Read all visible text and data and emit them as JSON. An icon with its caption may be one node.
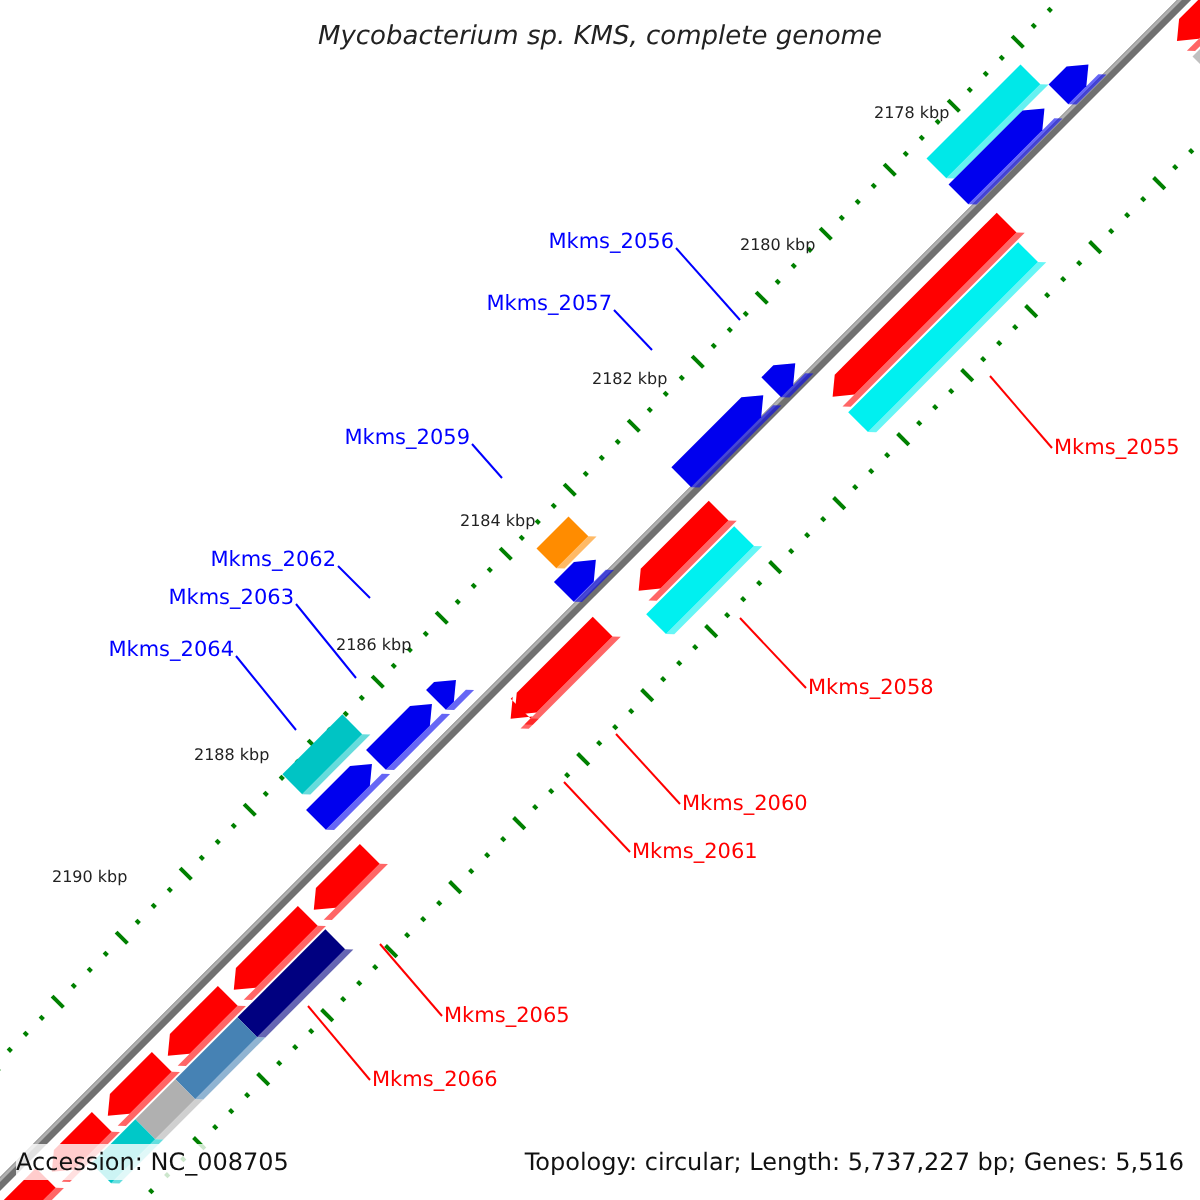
{
  "diagram": {
    "title": "Mycobacterium sp. KMS, complete genome",
    "nodes": [
      {
        "text": [
          "Mkms_2056"
        ]
      },
      {
        "text": [
          "Mkms_2057"
        ]
      },
      {
        "text": [
          "Mkms_2059"
        ]
      },
      {
        "text": [
          "Mkms_2055"
        ]
      },
      {
        "text": [
          "Mkms_2062"
        ]
      },
      {
        "text": [
          "Mkms_2063"
        ]
      },
      {
        "text": [
          "Mkms_2064"
        ]
      },
      {
        "text": [
          "Mkms_2058"
        ]
      },
      {
        "text": [
          "Mkms_2060"
        ]
      },
      {
        "text": [
          "Mkms_2061"
        ]
      },
      {
        "text": [
          "Mkms_2065"
        ]
      },
      {
        "text": [
          "Mkms_2066"
        ]
      }
    ],
    "edges": [
      {
        "from": 0,
        "to": null,
        "arrow": "none",
        "color": "#0000ff"
      },
      {
        "from": 1,
        "to": null,
        "arrow": "none",
        "color": "#0000ff"
      },
      {
        "from": 2,
        "to": null,
        "arrow": "none",
        "color": "#0000ff"
      },
      {
        "from": 3,
        "to": null,
        "arrow": "none",
        "color": "#ff0000"
      },
      {
        "from": 4,
        "to": null,
        "arrow": "none",
        "color": "#0000ff"
      },
      {
        "from": 5,
        "to": null,
        "arrow": "none",
        "color": "#0000ff"
      },
      {
        "from": 6,
        "to": null,
        "arrow": "none",
        "color": "#0000ff"
      },
      {
        "from": 7,
        "to": null,
        "arrow": "none",
        "color": "#ff0000"
      },
      {
        "from": 8,
        "to": null,
        "arrow": "none",
        "color": "#ff0000"
      },
      {
        "from": 9,
        "to": null,
        "arrow": "none",
        "color": "#ff0000"
      },
      {
        "from": 10,
        "to": null,
        "arrow": "none",
        "color": "#ff0000"
      },
      {
        "from": 11,
        "to": null,
        "arrow": "none",
        "color": "#ff0000"
      }
    ],
    "labels": [
      "2178 kbp",
      "2180 kbp",
      "2182 kbp",
      "2184 kbp",
      "2186 kbp",
      "2188 kbp",
      "2190 kbp",
      "Accession: NC_008705",
      "Topology: circular; Length: 5,737,227 bp; Genes: 5,516"
    ]
  }
}
